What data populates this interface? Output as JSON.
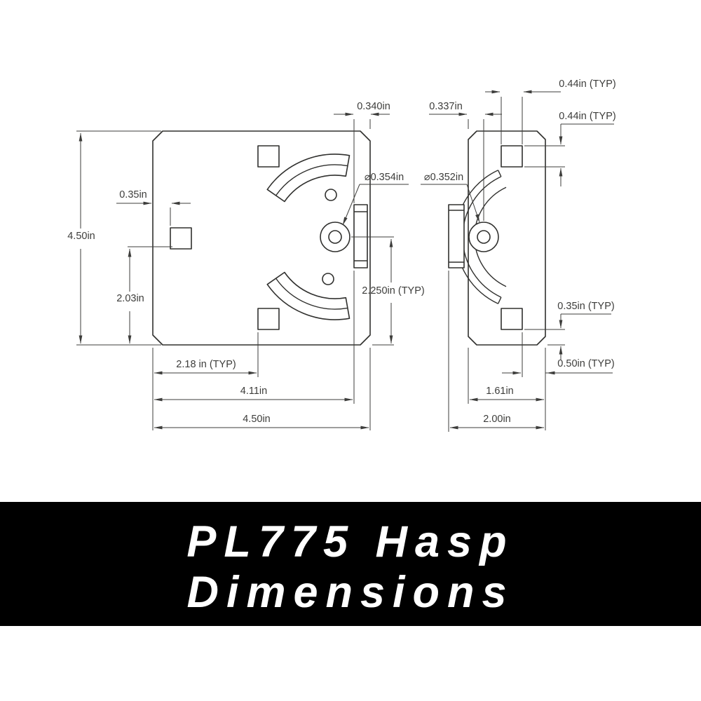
{
  "title": {
    "line1": "PL775 Hasp",
    "line2": "Dimensions"
  },
  "front_view": {
    "dims": {
      "staple_offset": "0.340in",
      "mount_offset": "0.35in",
      "height": "4.50in",
      "mount_height": "2.03in",
      "hole_diameter": "⌀0.354in",
      "hole_to_bottom": "2.250in (TYP)",
      "mount_spacing": "2.18 in (TYP)",
      "staple_position": "4.11in",
      "width": "4.50in"
    }
  },
  "side_view": {
    "dims": {
      "edge_to_hole": "0.337in",
      "square_width": "0.44in (TYP)",
      "square_height": "0.44in (TYP)",
      "hole_diameter": "⌀0.352in",
      "square_to_bottom": "0.35in (TYP)",
      "edge_margin": "0.50in (TYP)",
      "body_width": "1.61in",
      "width": "2.00in"
    }
  },
  "colors": {
    "dimension_line": "#3d3d3b",
    "shape_line": "#30302e",
    "banner_background": "#000000",
    "banner_text": "#ffffff"
  }
}
